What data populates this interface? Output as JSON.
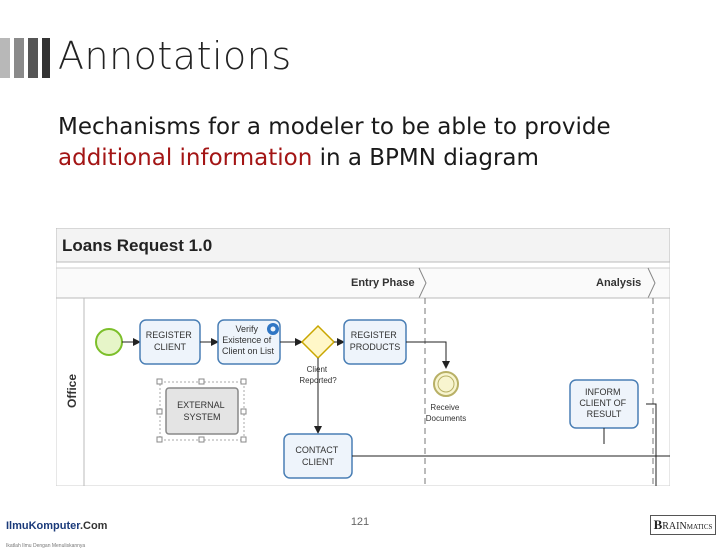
{
  "slide": {
    "title": "Annotations",
    "body_prefix": "Mechanisms for a modeler to be able to provide",
    "body_highlight": "additional information",
    "body_suffix": " in a BPMN diagram",
    "page_number": "121",
    "accent_color": "#a31515"
  },
  "diagram": {
    "title": "Loans Request 1.0",
    "lane": "Office",
    "phases": [
      "Entry Phase",
      "Analysis"
    ],
    "tasks": {
      "register_client": [
        "REGISTER",
        "CLIENT"
      ],
      "verify": [
        "Verify",
        "Existence of",
        "Client on List"
      ],
      "register_products": [
        "REGISTER",
        "PRODUCTS"
      ],
      "external_system": [
        "EXTERNAL",
        "SYSTEM"
      ],
      "contact_client": [
        "CONTACT",
        "CLIENT"
      ],
      "inform_client": [
        "INFORM",
        "CLIENT OF",
        "RESULT"
      ]
    },
    "gateway_label": [
      "Client",
      "Reported?"
    ],
    "event_label": [
      "Receive",
      "Documents"
    ]
  },
  "footer": {
    "left_logo_a": "IlmuKomputer",
    "left_logo_b": ".Com",
    "left_logo_tagline": "Ikatlah Ilmu Dengan Menuliskannya",
    "right_logo_a": "B",
    "right_logo_b": "RAIN",
    "right_logo_c": "MATICS"
  }
}
